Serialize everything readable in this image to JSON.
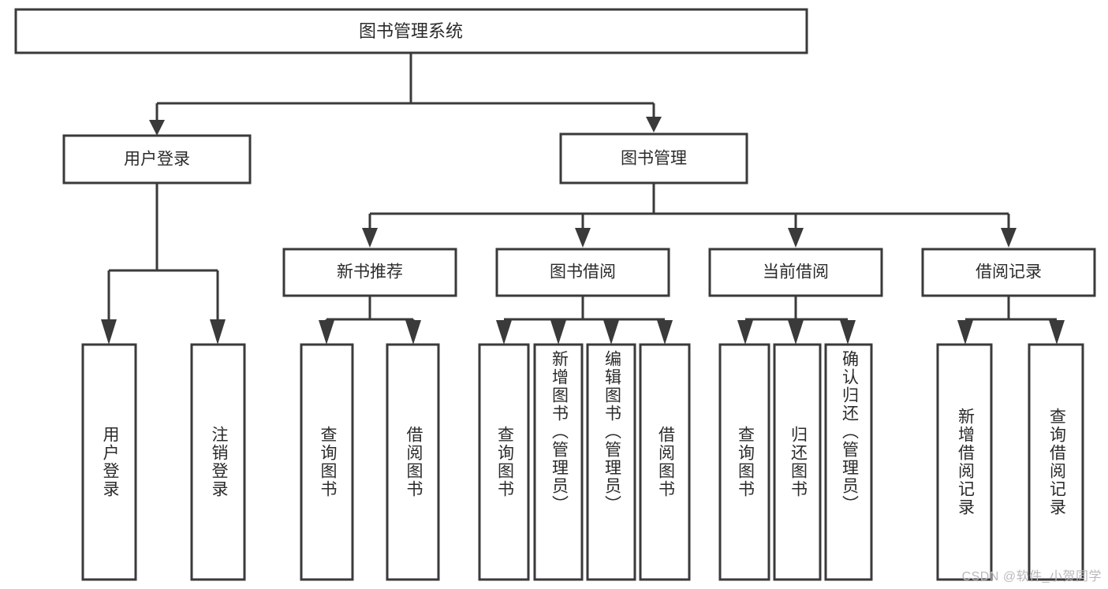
{
  "diagram": {
    "title": "图书管理系统",
    "watermark": "CSDN @软件_小贺同学",
    "colors": {
      "stroke": "#3a3a3a",
      "box_fill": "#ffffff",
      "text": "#2b2b2b",
      "background": "#ffffff",
      "watermark": "#b9b9b9"
    },
    "root": {
      "id": "root",
      "label": "图书管理系统",
      "orientation": "horizontal"
    },
    "level1": [
      {
        "id": "user-login",
        "label": "用户登录",
        "orientation": "horizontal"
      },
      {
        "id": "book-manage",
        "label": "图书管理",
        "orientation": "horizontal"
      }
    ],
    "level2": [
      {
        "id": "new-book-recommend",
        "label": "新书推荐",
        "orientation": "horizontal",
        "parent": "book-manage"
      },
      {
        "id": "book-borrow",
        "label": "图书借阅",
        "orientation": "horizontal",
        "parent": "book-manage"
      },
      {
        "id": "current-borrow",
        "label": "当前借阅",
        "orientation": "horizontal",
        "parent": "book-manage"
      },
      {
        "id": "borrow-record",
        "label": "借阅记录",
        "orientation": "horizontal",
        "parent": "book-manage"
      }
    ],
    "leaves": [
      {
        "id": "leaf-user-login",
        "label": "用户登录",
        "orientation": "vertical",
        "parent": "user-login"
      },
      {
        "id": "leaf-user-logout",
        "label": "注销登录",
        "orientation": "vertical",
        "parent": "user-login"
      },
      {
        "id": "leaf-query-book-1",
        "label": "查询图书",
        "orientation": "vertical",
        "parent": "new-book-recommend"
      },
      {
        "id": "leaf-borrow-book-1",
        "label": "借阅图书",
        "orientation": "vertical",
        "parent": "new-book-recommend"
      },
      {
        "id": "leaf-query-book-2",
        "label": "查询图书",
        "orientation": "vertical",
        "parent": "book-borrow"
      },
      {
        "id": "leaf-add-book",
        "label": "新增图书（管理员）",
        "orientation": "vertical",
        "parent": "book-borrow"
      },
      {
        "id": "leaf-edit-book",
        "label": "编辑图书（管理员）",
        "orientation": "vertical",
        "parent": "book-borrow"
      },
      {
        "id": "leaf-borrow-book-2",
        "label": "借阅图书",
        "orientation": "vertical",
        "parent": "book-borrow"
      },
      {
        "id": "leaf-query-book-3",
        "label": "查询图书",
        "orientation": "vertical",
        "parent": "current-borrow"
      },
      {
        "id": "leaf-return-book",
        "label": "归还图书",
        "orientation": "vertical",
        "parent": "current-borrow"
      },
      {
        "id": "leaf-confirm-return",
        "label": "确认归还（管理员）",
        "orientation": "vertical",
        "parent": "current-borrow"
      },
      {
        "id": "leaf-add-record",
        "label": "新增借阅记录",
        "orientation": "vertical",
        "parent": "borrow-record"
      },
      {
        "id": "leaf-query-record",
        "label": "查询借阅记录",
        "orientation": "vertical",
        "parent": "borrow-record"
      }
    ]
  }
}
